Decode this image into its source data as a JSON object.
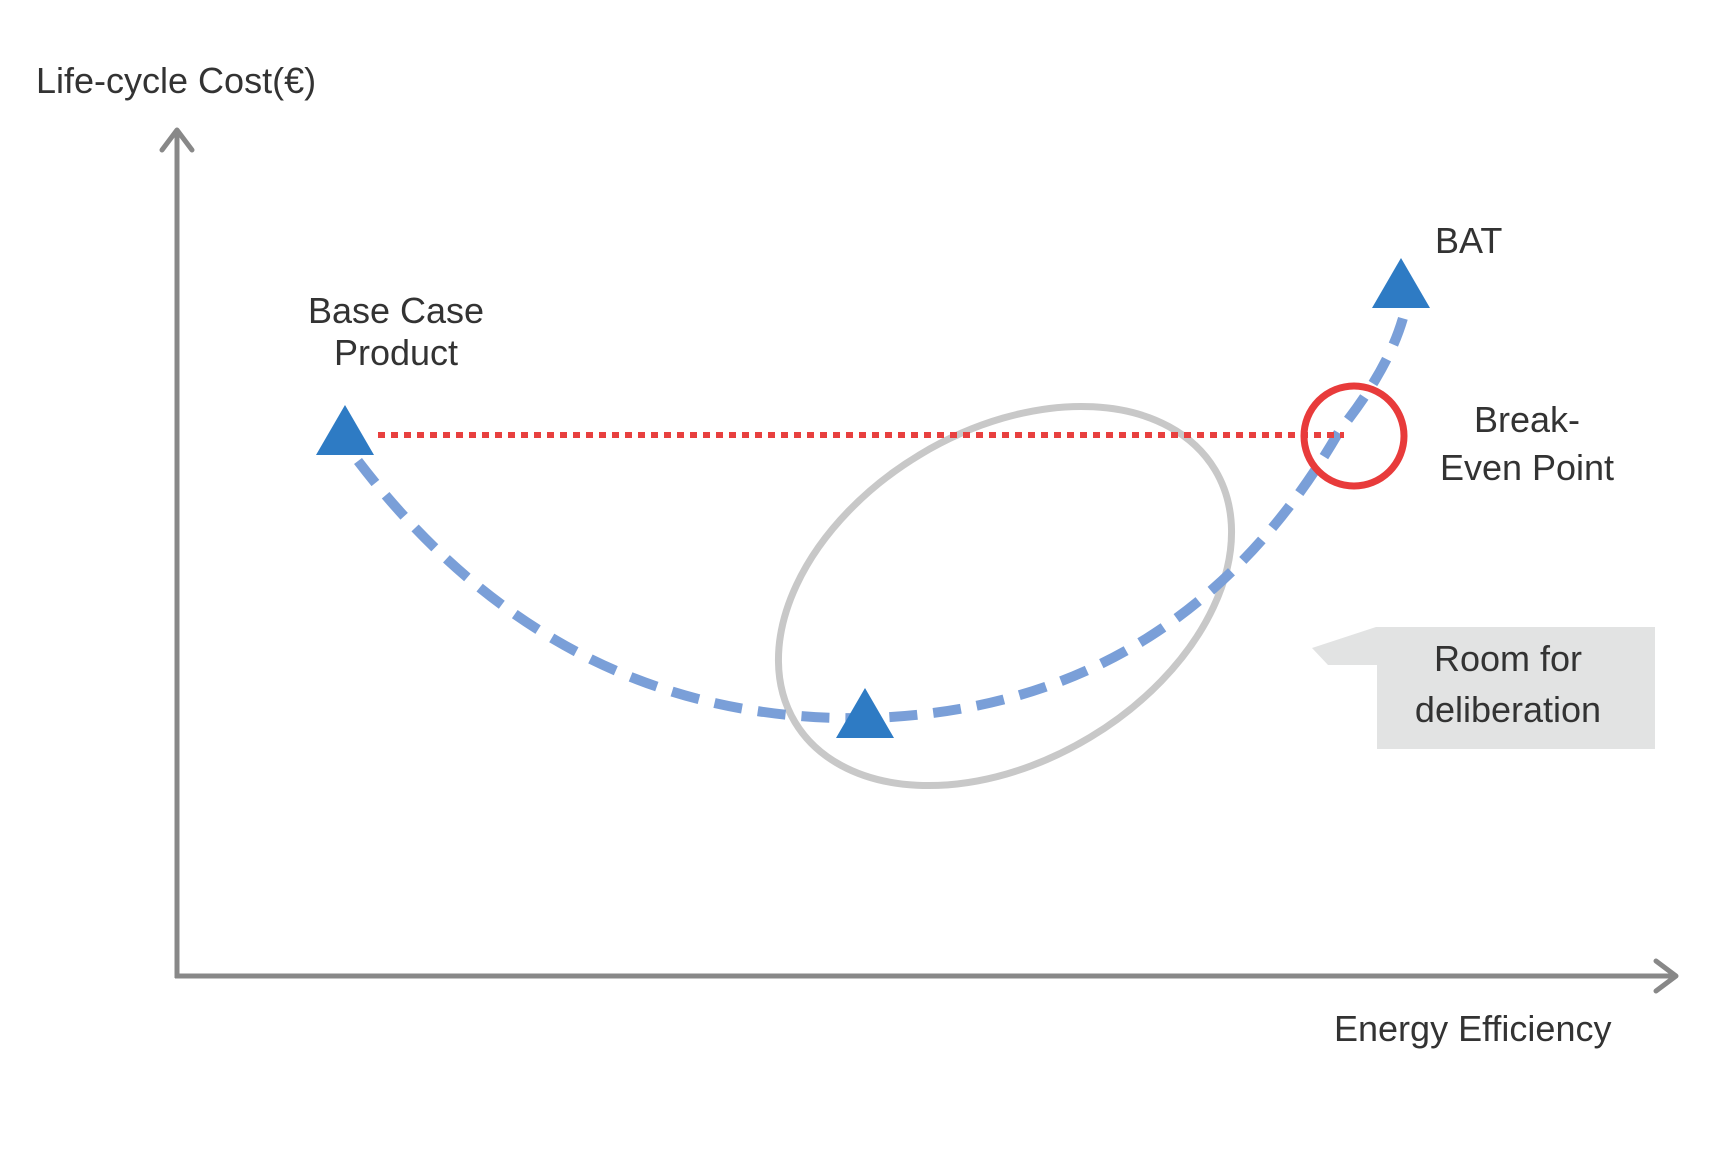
{
  "axes": {
    "y_label": "Life-cycle Cost(€)",
    "x_label": "Energy Efficiency"
  },
  "points": {
    "base_case_line1": "Base Case",
    "base_case_line2": "Product",
    "bat": "BAT",
    "break_even_line1": "Break-",
    "break_even_line2": "Even Point"
  },
  "callout": {
    "line1": "Room for",
    "line2": "deliberation"
  },
  "colors": {
    "axis": "#888888",
    "curve": "#7a9fd8",
    "marker": "#2e7bc4",
    "cost_line": "#e8403f",
    "break_even_circle": "#e83b3b",
    "ellipse": "#c8c8c8",
    "callout_bg": "#e2e3e3",
    "text": "#333333"
  }
}
